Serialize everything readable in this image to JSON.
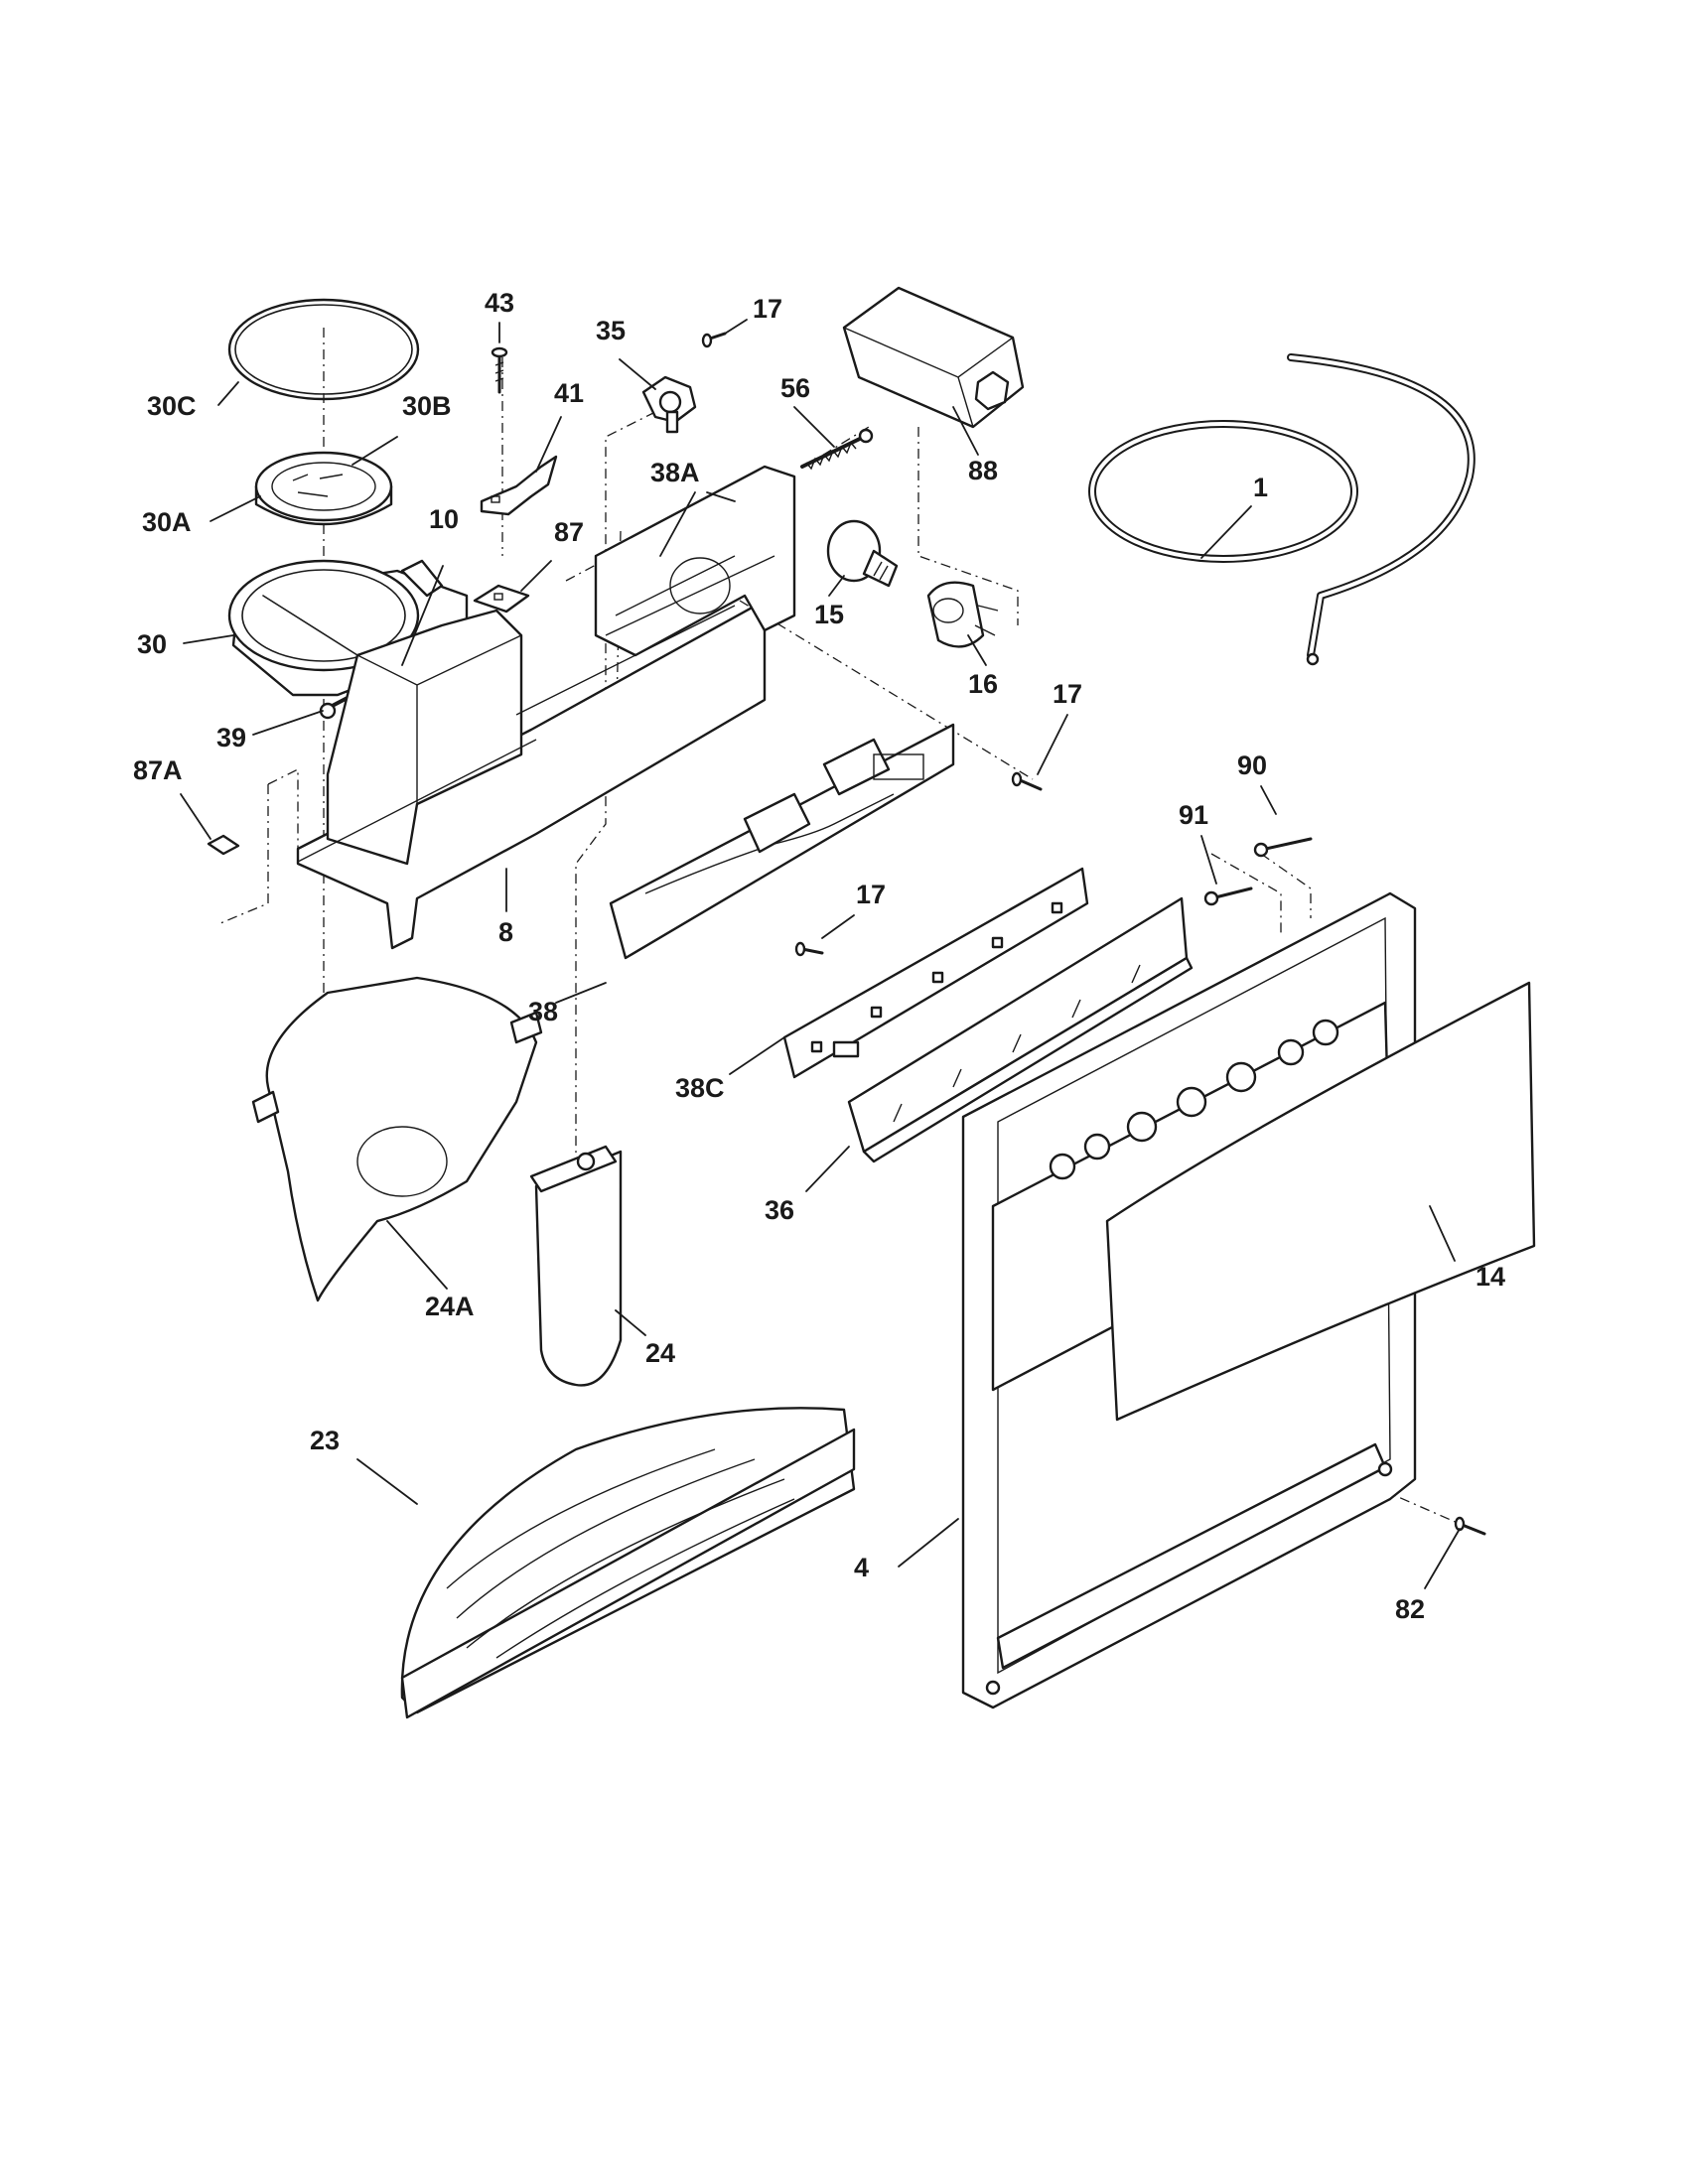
{
  "callouts": [
    {
      "id": "30C",
      "label": "30C"
    },
    {
      "id": "30B",
      "label": "30B"
    },
    {
      "id": "30A",
      "label": "30A"
    },
    {
      "id": "30",
      "label": "30"
    },
    {
      "id": "10",
      "label": "10"
    },
    {
      "id": "39",
      "label": "39"
    },
    {
      "id": "43",
      "label": "43"
    },
    {
      "id": "41",
      "label": "41"
    },
    {
      "id": "87",
      "label": "87"
    },
    {
      "id": "87A",
      "label": "87A"
    },
    {
      "id": "35",
      "label": "35"
    },
    {
      "id": "17a",
      "label": "17"
    },
    {
      "id": "56",
      "label": "56"
    },
    {
      "id": "38A",
      "label": "38A"
    },
    {
      "id": "88",
      "label": "88"
    },
    {
      "id": "1",
      "label": "1"
    },
    {
      "id": "15",
      "label": "15"
    },
    {
      "id": "16",
      "label": "16"
    },
    {
      "id": "17b",
      "label": "17"
    },
    {
      "id": "90",
      "label": "90"
    },
    {
      "id": "91",
      "label": "91"
    },
    {
      "id": "8",
      "label": "8"
    },
    {
      "id": "17c",
      "label": "17"
    },
    {
      "id": "38",
      "label": "38"
    },
    {
      "id": "38C",
      "label": "38C"
    },
    {
      "id": "36",
      "label": "36"
    },
    {
      "id": "14",
      "label": "14"
    },
    {
      "id": "24A",
      "label": "24A"
    },
    {
      "id": "24",
      "label": "24"
    },
    {
      "id": "23",
      "label": "23"
    },
    {
      "id": "4",
      "label": "4"
    },
    {
      "id": "82",
      "label": "82"
    }
  ]
}
